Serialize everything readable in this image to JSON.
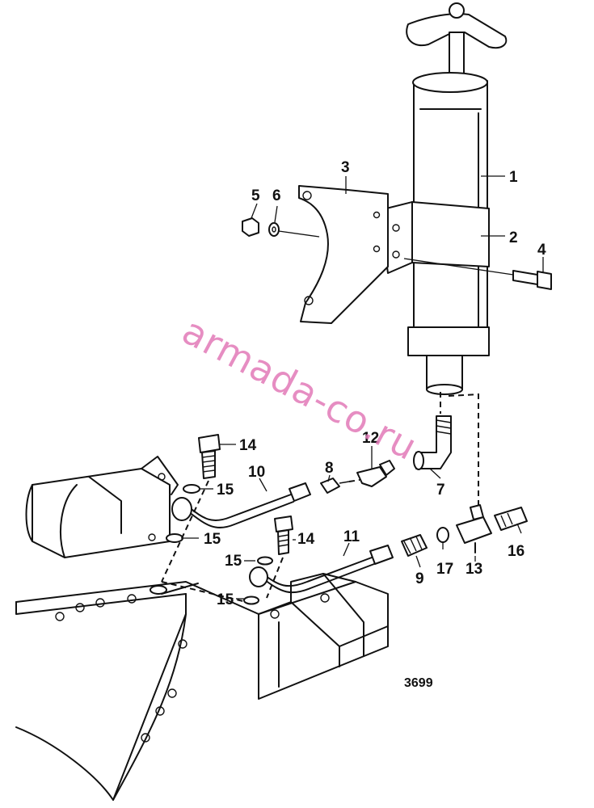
{
  "drawing": {
    "figure_number": "3699",
    "watermark": "armada-co.ru"
  },
  "callouts": [
    {
      "id": "c1",
      "label": "1"
    },
    {
      "id": "c2",
      "label": "2"
    },
    {
      "id": "c3",
      "label": "3"
    },
    {
      "id": "c4",
      "label": "4"
    },
    {
      "id": "c5",
      "label": "5"
    },
    {
      "id": "c6",
      "label": "6"
    },
    {
      "id": "c7",
      "label": "7"
    },
    {
      "id": "c8",
      "label": "8"
    },
    {
      "id": "c9",
      "label": "9"
    },
    {
      "id": "c10",
      "label": "10"
    },
    {
      "id": "c11",
      "label": "11"
    },
    {
      "id": "c12",
      "label": "12"
    },
    {
      "id": "c13",
      "label": "13"
    },
    {
      "id": "c14a",
      "label": "14"
    },
    {
      "id": "c14b",
      "label": "14"
    },
    {
      "id": "c15a",
      "label": "15"
    },
    {
      "id": "c15b",
      "label": "15"
    },
    {
      "id": "c15c",
      "label": "15"
    },
    {
      "id": "c15d",
      "label": "15"
    },
    {
      "id": "c16",
      "label": "16"
    },
    {
      "id": "c17",
      "label": "17"
    }
  ]
}
